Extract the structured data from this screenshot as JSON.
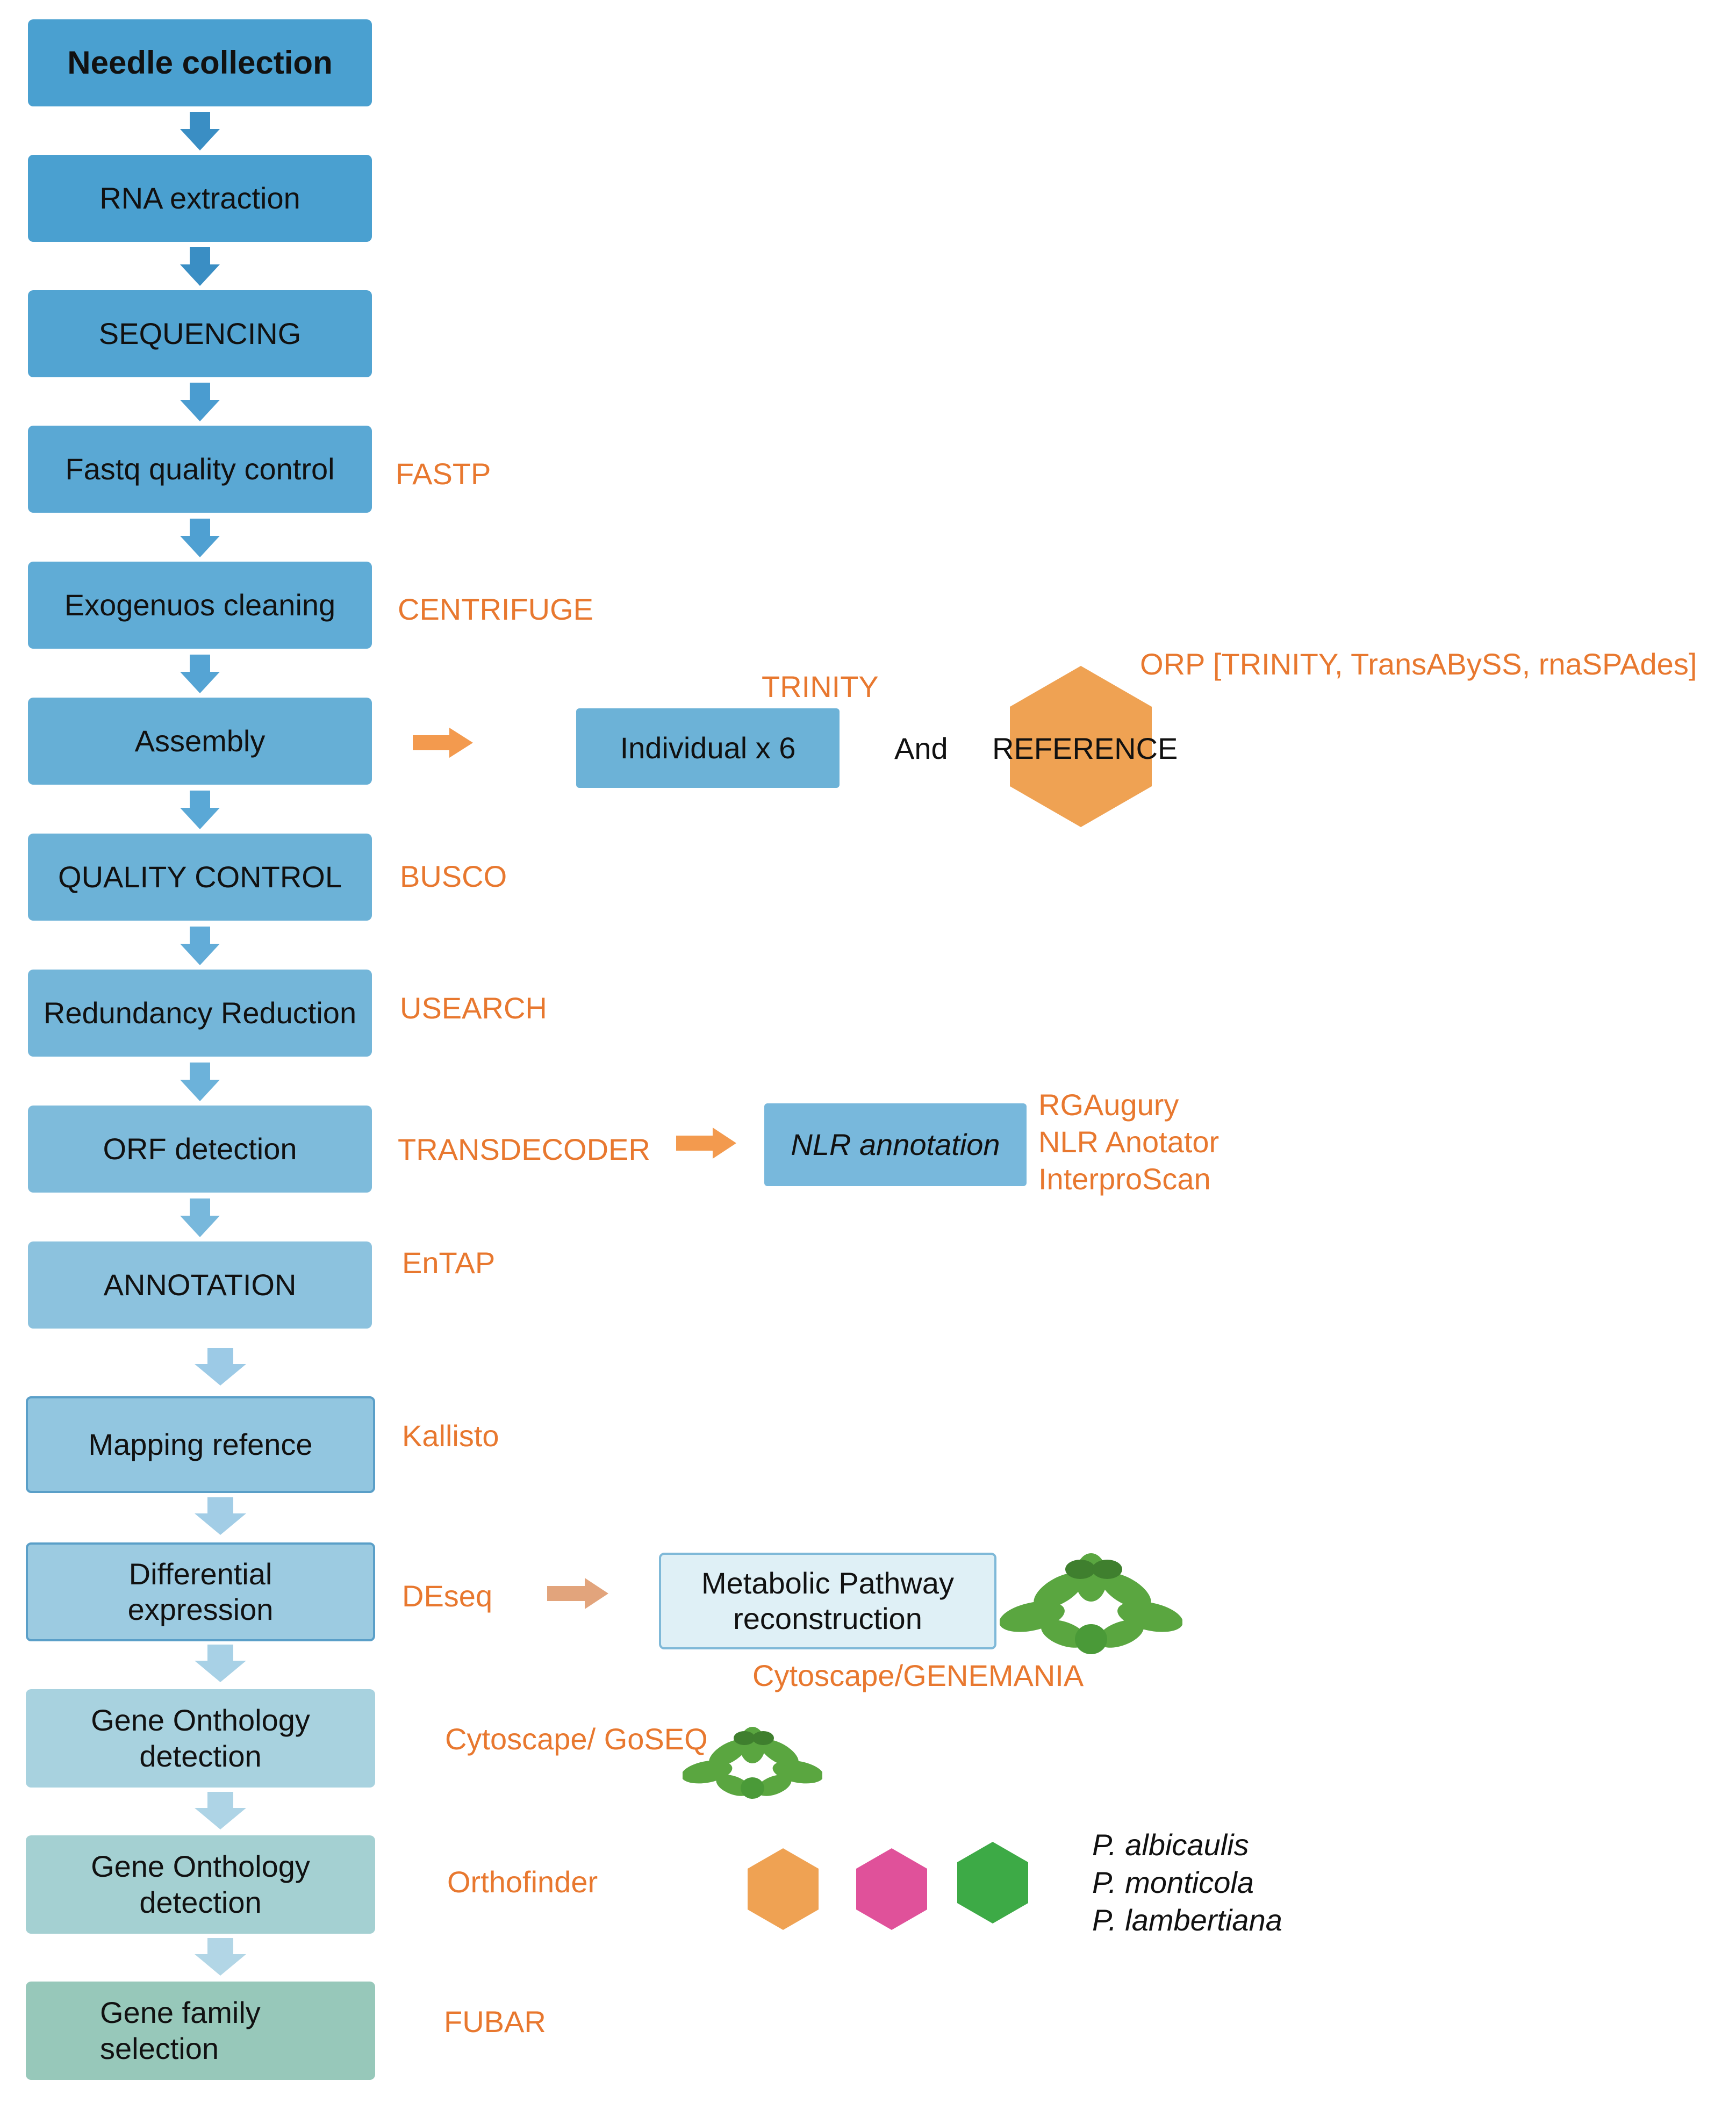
{
  "steps": [
    {
      "label": "Needle collection",
      "color": "#4aa0d0"
    },
    {
      "label": "RNA extraction",
      "color": "#4aa0d0"
    },
    {
      "label": "SEQUENCING",
      "color": "#52a4d2"
    },
    {
      "label": "Fastq quality control",
      "color": "#5aa8d4"
    },
    {
      "label": "Exogenuos cleaning",
      "color": "#60acd6"
    },
    {
      "label": "Assembly",
      "color": "#66afd6"
    },
    {
      "label": "QUALITY CONTROL",
      "color": "#6cb2d7"
    },
    {
      "label": "Redundancy Reduction",
      "color": "#74b6d9"
    },
    {
      "label": "ORF detection",
      "color": "#7ebbdb"
    },
    {
      "label": "ANNOTATION",
      "color": "#8cc2de"
    },
    {
      "label": "Mapping refence",
      "color": "#92c6e0"
    },
    {
      "label": "Differential\nexpression",
      "color": "#9ccbe1"
    },
    {
      "label": "Gene Onthology\ndetection",
      "color": "#a8d2df"
    },
    {
      "label": "Gene Onthology\ndetection",
      "color": "#a4d0d2"
    },
    {
      "label": "Gene family\nselection",
      "color": "#97c8ba"
    }
  ],
  "tools": {
    "fastp": "FASTP",
    "centrifuge": "CENTRIFUGE",
    "trinity": "TRINITY",
    "orp": "ORP [TRINITY, TransABySS, rnaSPAdes]",
    "busco": "BUSCO",
    "usearch": "USEARCH",
    "transdecoder": "TRANSDECODER",
    "nlr_tools": [
      "RGAugury",
      "NLR Anotator",
      "InterproScan"
    ],
    "entap": "EnTAP",
    "kallisto": "Kallisto",
    "deseq": "DEseq",
    "cytoscape_genemania": "Cytoscape/GENEMANIA",
    "cytoscape_goseq": "Cytoscape/ GoSEQ",
    "orthofinder": "Orthofinder",
    "fubar": "FUBAR"
  },
  "assembly_branch": {
    "individual": "Individual x 6",
    "and": "And",
    "reference": "REFERENCE"
  },
  "nlr_box": "NLR annotation",
  "metabolic_box": "Metabolic Pathway\nreconstruction",
  "species": [
    "P. albicaulis",
    "P. monticola",
    "P. lambertiana"
  ],
  "colors": {
    "tool_text": "#e8782f",
    "orange_hex": "#efa253",
    "magenta_hex": "#e0519a",
    "green_hex": "#3daa46",
    "orange_arrow": "#f39a4e",
    "tan_arrow": "#e2a47c",
    "plant_green": "#5aa640"
  }
}
